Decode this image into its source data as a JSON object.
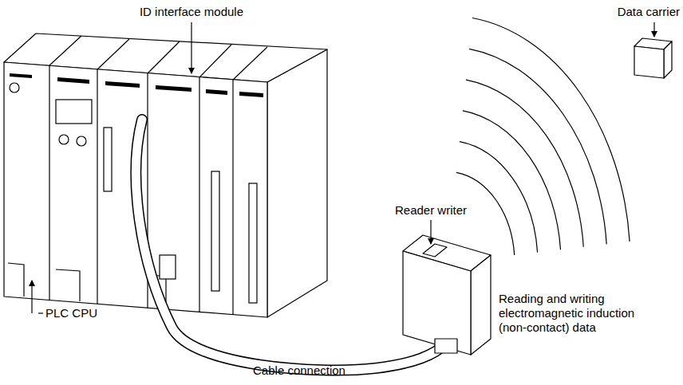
{
  "diagram": {
    "labels": [
      "ID interface module",
      "Data carrier",
      "Reader writer",
      "PLC CPU",
      "Reading and writing electromagnetic induction (non-contact) data",
      "Cable connection"
    ]
  }
}
